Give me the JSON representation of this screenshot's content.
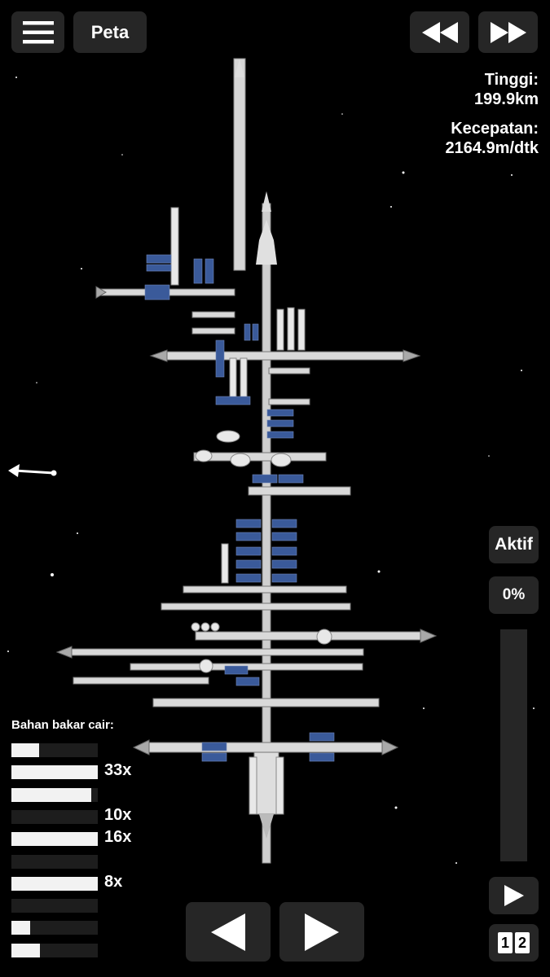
{
  "top_bar": {
    "menu_icon": "hamburger-icon",
    "map_label": "Peta",
    "rewind_icon": "rewind-icon",
    "fast_forward_icon": "fast-forward-icon"
  },
  "telemetry": {
    "altitude_label": "Tinggi:",
    "altitude_value": "199.9km",
    "velocity_label": "Kecepatan:",
    "velocity_value": "2164.9m/dtk"
  },
  "right_panel": {
    "active_label": "Aktif",
    "throttle_value": "0%",
    "throttle_fraction": 0,
    "play_icon": "play-icon",
    "part_select_labels": [
      "1",
      "2"
    ]
  },
  "fuel": {
    "label": "Bahan bakar cair:",
    "tanks": [
      {
        "level": 0.32,
        "multiplier": ""
      },
      {
        "level": 1.0,
        "multiplier": "33x"
      },
      {
        "level": 0.92,
        "multiplier": ""
      },
      {
        "level": 0.0,
        "multiplier": "10x"
      },
      {
        "level": 1.0,
        "multiplier": "16x"
      },
      {
        "level": 0.0,
        "multiplier": ""
      },
      {
        "level": 1.0,
        "multiplier": "8x"
      },
      {
        "level": 0.0,
        "multiplier": ""
      },
      {
        "level": 0.22,
        "multiplier": ""
      },
      {
        "level": 0.33,
        "multiplier": ""
      }
    ]
  },
  "bottom_bar": {
    "prev_icon": "arrow-left-icon",
    "next_icon": "arrow-right-icon"
  },
  "scene": {
    "direction_marker_icon": "prograde-arrow-icon",
    "background": "starfield",
    "colors": {
      "background": "#000000",
      "button": "#262626",
      "panel": "#3a5a9a",
      "hull": "#d9d9d9"
    }
  }
}
